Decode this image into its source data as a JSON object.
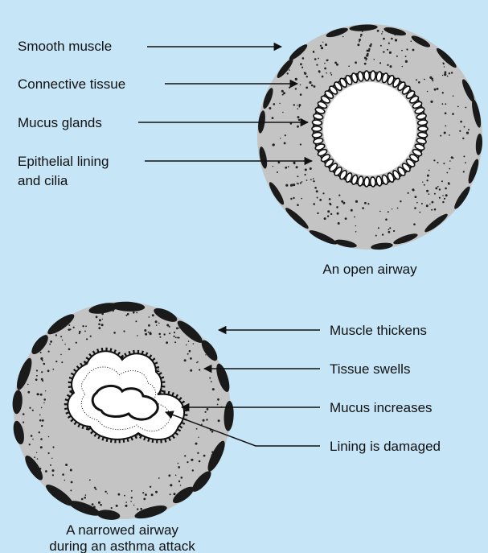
{
  "colors": {
    "background": "#c6e6f8",
    "tissue": "#c4c4c4",
    "muscle": "#1a1a1a",
    "lumen": "#ffffff"
  },
  "open_airway": {
    "caption": "An open airway",
    "labels": {
      "smooth_muscle": "Smooth muscle",
      "connective_tissue": "Connective tissue",
      "mucus_glands": "Mucus glands",
      "epithelial_line1": "Epithelial lining",
      "epithelial_line2": "and cilia"
    }
  },
  "narrowed_airway": {
    "caption_line1": "A narrowed airway",
    "caption_line2": "during an asthma attack",
    "labels": {
      "muscle_thickens": "Muscle thickens",
      "tissue_swells": "Tissue swells",
      "mucus_increases": "Mucus increases",
      "lining_damaged": "Lining is damaged"
    }
  }
}
